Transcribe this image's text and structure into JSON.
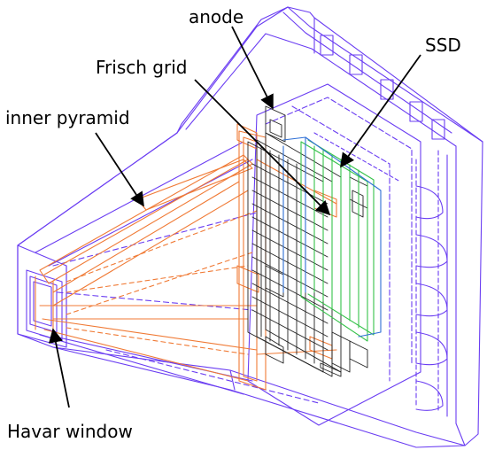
{
  "labels": {
    "anode": "anode",
    "ssd": "SSD",
    "frisch_grid": "Frisch grid",
    "inner_pyramid": "inner pyramid",
    "havar_window": "Havar window"
  },
  "colors": {
    "housing": "#6a3df2",
    "inner": "#f07a35",
    "ssd": "#35c24a",
    "ssd_frame": "#2e6fd6",
    "grid": "#222222",
    "arrow": "#000000"
  }
}
